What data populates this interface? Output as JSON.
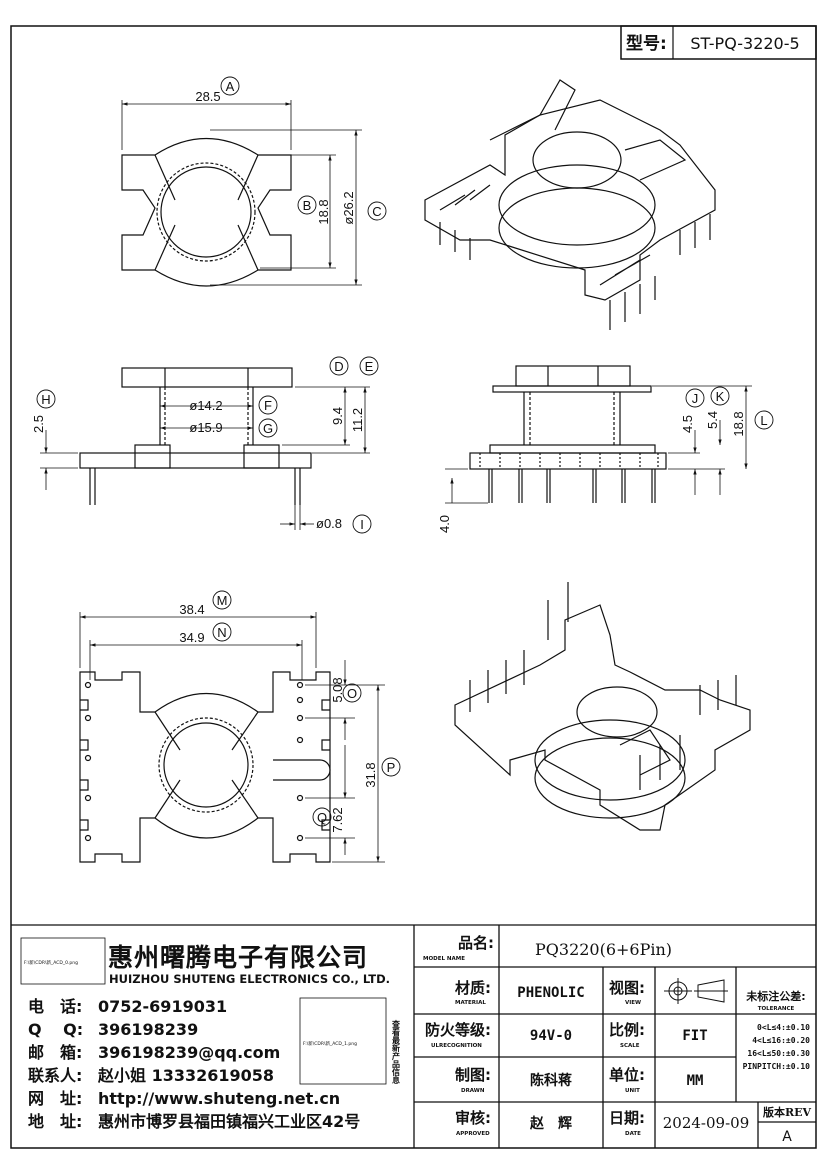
{
  "header": {
    "model_label": "型号:",
    "model_value": "ST-PQ-3220-5"
  },
  "colors": {
    "line": "#111111",
    "paper": "#ffffff"
  },
  "top_view": {
    "dims": {
      "a": "28.5",
      "b": "18.8",
      "c": "ø26.2"
    },
    "tags": {
      "a": "A",
      "b": "B",
      "c": "C"
    }
  },
  "side_view": {
    "dims": {
      "h": "2.5",
      "f": "ø14.2",
      "g": "ø15.9",
      "d": "9.4",
      "e": "11.2",
      "i": "ø0.8"
    },
    "tags": {
      "d": "D",
      "e": "E",
      "f": "F",
      "g": "G",
      "h": "H",
      "i": "I"
    }
  },
  "front_view": {
    "dims": {
      "j": "4.5",
      "k": "5.4",
      "l": "18.8",
      "pin": "4.0"
    },
    "tags": {
      "j": "J",
      "k": "K",
      "l": "L"
    }
  },
  "bottom_view": {
    "dims": {
      "m": "38.4",
      "n": "34.9",
      "o": "5.08",
      "p": "31.8",
      "q": "7.62"
    },
    "tags": {
      "m": "M",
      "n": "N",
      "o": "O",
      "p": "P",
      "q": "Q"
    }
  },
  "company": {
    "logo_placeholder": "F:\\新\\CDR\\新_ACD_0.png",
    "qr_placeholder": "F:\\新\\CDR\\新_ACD_1.png",
    "name_cn": "惠州曙腾电子有限公司",
    "name_en": "HUIZHOU SHUTENG ELECTRONICS CO., LTD.",
    "qr_caption": "查看最新产品信息",
    "contacts": [
      {
        "label": "电　话:",
        "value": "0752-6919031"
      },
      {
        "label": "Q　 Q:",
        "value": "396198239"
      },
      {
        "label": "邮　箱:",
        "value": "396198239@qq.com"
      },
      {
        "label": "联系人:",
        "value": "赵小姐 13332619058"
      },
      {
        "label": "网　址:",
        "value": "http://www.shuteng.net.cn"
      },
      {
        "label": "地　址:",
        "value": "惠州市博罗县福田镇福兴工业区42号"
      }
    ]
  },
  "title_block": {
    "name_label": "品名:",
    "name_sub": "MODEL NAME",
    "name_value": "PQ3220(6+6Pin)",
    "material_label": "材质:",
    "material_sub": "MATERIAL",
    "material_value": "PHENOLIC",
    "view_label": "视图:",
    "view_sub": "VIEW",
    "fire_label": "防火等级:",
    "fire_sub": "ULRECOGNITION",
    "fire_value": "94V-0",
    "scale_label": "比例:",
    "scale_sub": "SCALE",
    "scale_value": "FIT",
    "drawn_label": "制图:",
    "drawn_sub": "DRAWN",
    "drawn_value": "陈科蒋",
    "unit_label": "单位:",
    "unit_sub": "UNIT",
    "unit_value": "MM",
    "approved_label": "审核:",
    "approved_sub": "APPROVED",
    "approved_value": "赵　辉",
    "date_label": "日期:",
    "date_sub": "DATE",
    "date_value": "2024-09-09",
    "rev_label": "版本REV",
    "rev_value": "A",
    "tolerance_title": "未标注公差:",
    "tolerance_sub": "TOLERANCE",
    "tolerance_lines": [
      "0<L≤4:±0.10",
      "4<L≤16:±0.20",
      "16<L≤50:±0.30",
      "PINPITCH:±0.10"
    ]
  }
}
